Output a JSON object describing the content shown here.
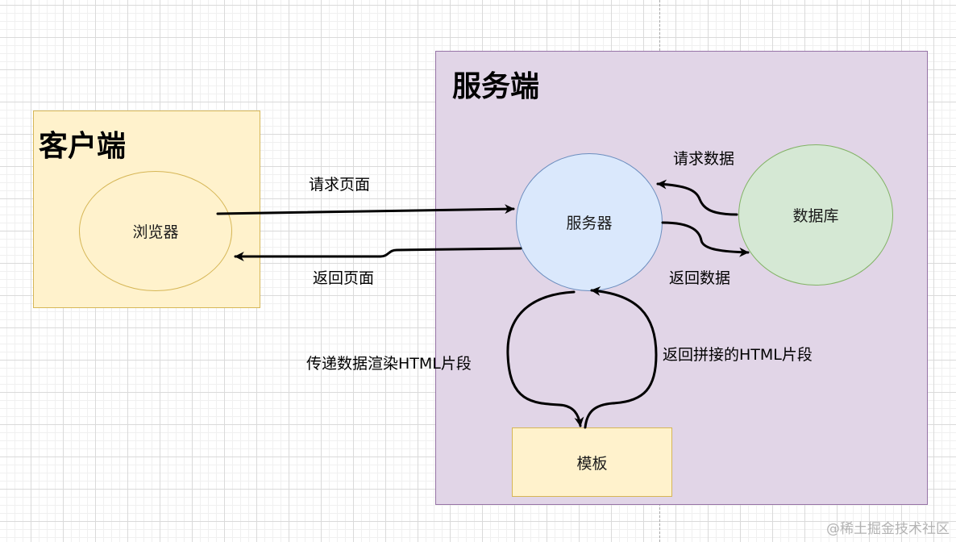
{
  "containers": {
    "client": {
      "title": "客户端"
    },
    "server": {
      "title": "服务端"
    }
  },
  "nodes": {
    "browser": "浏览器",
    "server": "服务器",
    "database": "数据库",
    "template": "模板"
  },
  "edges": {
    "request_page": "请求页面",
    "return_page": "返回页面",
    "request_data": "请求数据",
    "return_data": "返回数据",
    "pass_data_render": "传递数据渲染HTML片段",
    "return_spliced_html": "返回拼接的HTML片段"
  },
  "colors": {
    "client_fill": "#fff2cc",
    "client_stroke": "#d6b656",
    "server_fill": "#e1d5e7",
    "server_stroke": "#9673a6",
    "server_node_fill": "#dae8fc",
    "server_node_stroke": "#6c8ebf",
    "database_fill": "#d5e8d4",
    "database_stroke": "#82b366",
    "edge": "#000000"
  },
  "watermark": "@稀土掘金技术社区"
}
